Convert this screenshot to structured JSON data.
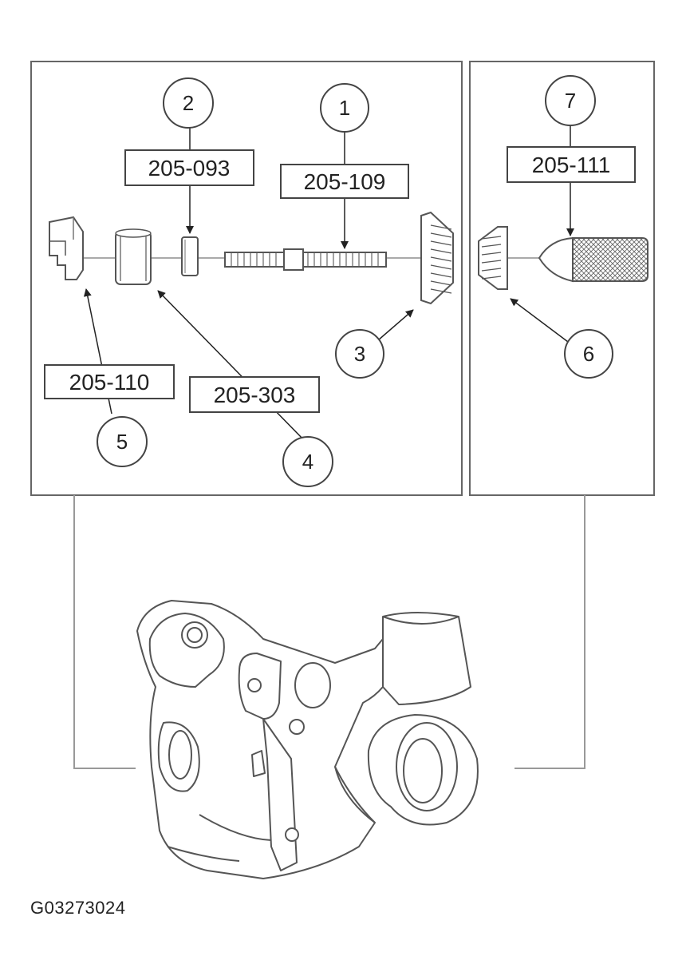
{
  "figure_id": "G03273024",
  "callouts": [
    {
      "id": "1",
      "tool": "205-109"
    },
    {
      "id": "2",
      "tool": "205-093"
    },
    {
      "id": "3",
      "tool": ""
    },
    {
      "id": "4",
      "tool": "205-303"
    },
    {
      "id": "5",
      "tool": "205-110"
    },
    {
      "id": "6",
      "tool": ""
    },
    {
      "id": "7",
      "tool": "205-111"
    }
  ],
  "colors": {
    "line": "#555555",
    "fill": "#ffffff",
    "frame": "#666666"
  }
}
